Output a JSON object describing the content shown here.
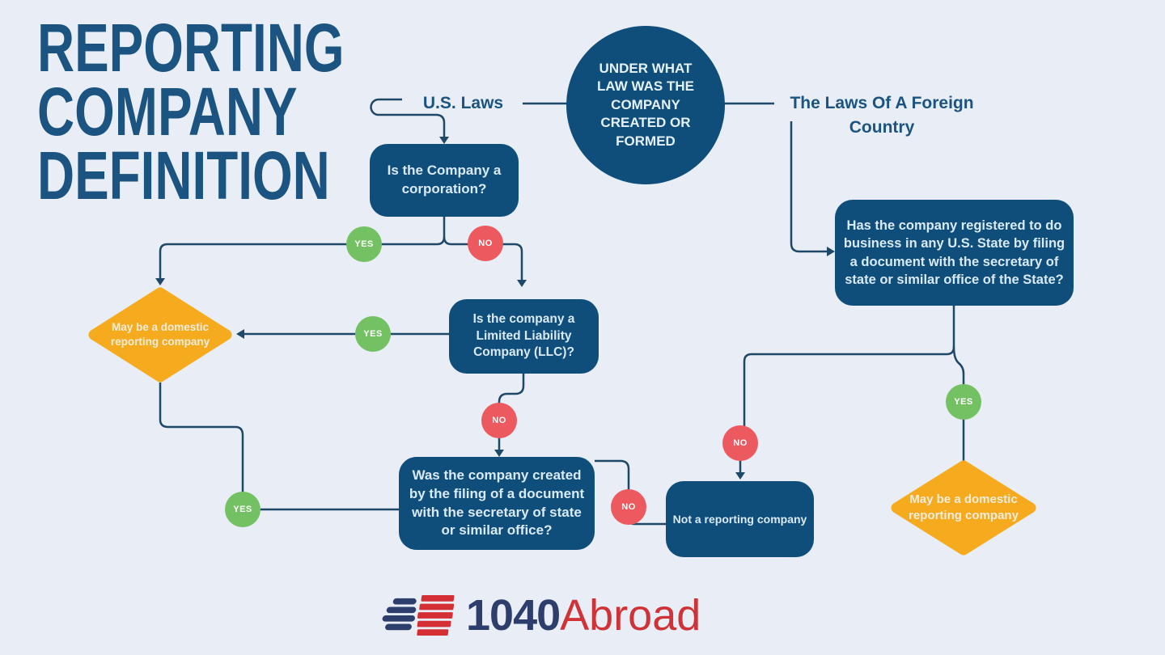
{
  "title": {
    "line1": "REPORTING",
    "line2": "COMPANY",
    "line3": "DEFINITION"
  },
  "root": {
    "question": "UNDER WHAT LAW WAS THE COMPANY CREATED OR FORMED"
  },
  "branches": {
    "left_label": "U.S. Laws",
    "right_label": "The Laws Of A Foreign Country"
  },
  "nodes": {
    "corporation": "Is the Company a corporation?",
    "llc": "Is the company a Limited Liability Company (LLC)?",
    "filing": "Was the company created by the filing of a document with the secretary of state or similar office?",
    "registered": "Has the company registered to do business in any  U.S. State by filing a document with the secretary of state or similar office of the State?",
    "not_reporting": "Not a reporting company",
    "domestic_left": "May be a domestic reporting company",
    "domestic_right": "May be a domestic reporting company"
  },
  "badges": {
    "yes": "YES",
    "no": "NO"
  },
  "logo": {
    "number": "1040",
    "word": "Abroad"
  },
  "colors": {
    "background": "#e9edf5",
    "node_navy": "#0f4e7b",
    "title_navy": "#1b5480",
    "connector": "#1e4868",
    "yes_green": "#74c163",
    "no_red": "#ec5a5f",
    "diamond_yellow": "#f6ab1e",
    "logo_navy": "#2d3e6d",
    "logo_red": "#cf3338"
  }
}
